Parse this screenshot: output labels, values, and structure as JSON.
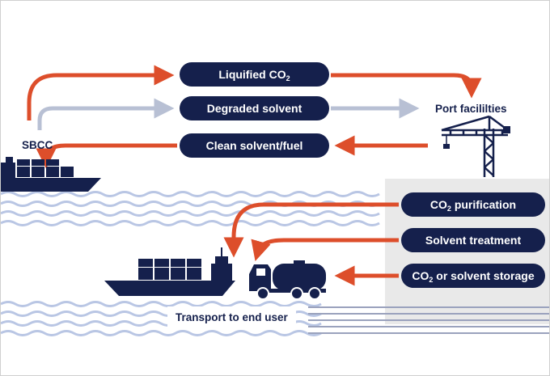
{
  "colors": {
    "navy": "#15204c",
    "orange": "#dd4e2b",
    "light_arrow": "#b8c0d4",
    "wave": "#b9c6e4",
    "panel": "#e9e9e9",
    "ground_lines": "#9aa2bd"
  },
  "flows": {
    "liquified": {
      "label": "Liquified CO",
      "sub": "2"
    },
    "degraded": {
      "label": "Degraded solvent"
    },
    "clean": {
      "label": "Clean solvent/fuel"
    }
  },
  "nodes": {
    "sbcc": "SBCC",
    "port": "Port facililties",
    "transport": "Transport to end user"
  },
  "port_services": {
    "purification": {
      "pre": "CO",
      "sub": "2",
      "post": " purification"
    },
    "treatment": {
      "label": "Solvent treatment"
    },
    "storage": {
      "pre": "CO",
      "sub": "2",
      "post": " or solvent storage"
    }
  },
  "icons": [
    "ship-icon",
    "crane-icon",
    "tanker-truck-icon",
    "wave-icon"
  ]
}
